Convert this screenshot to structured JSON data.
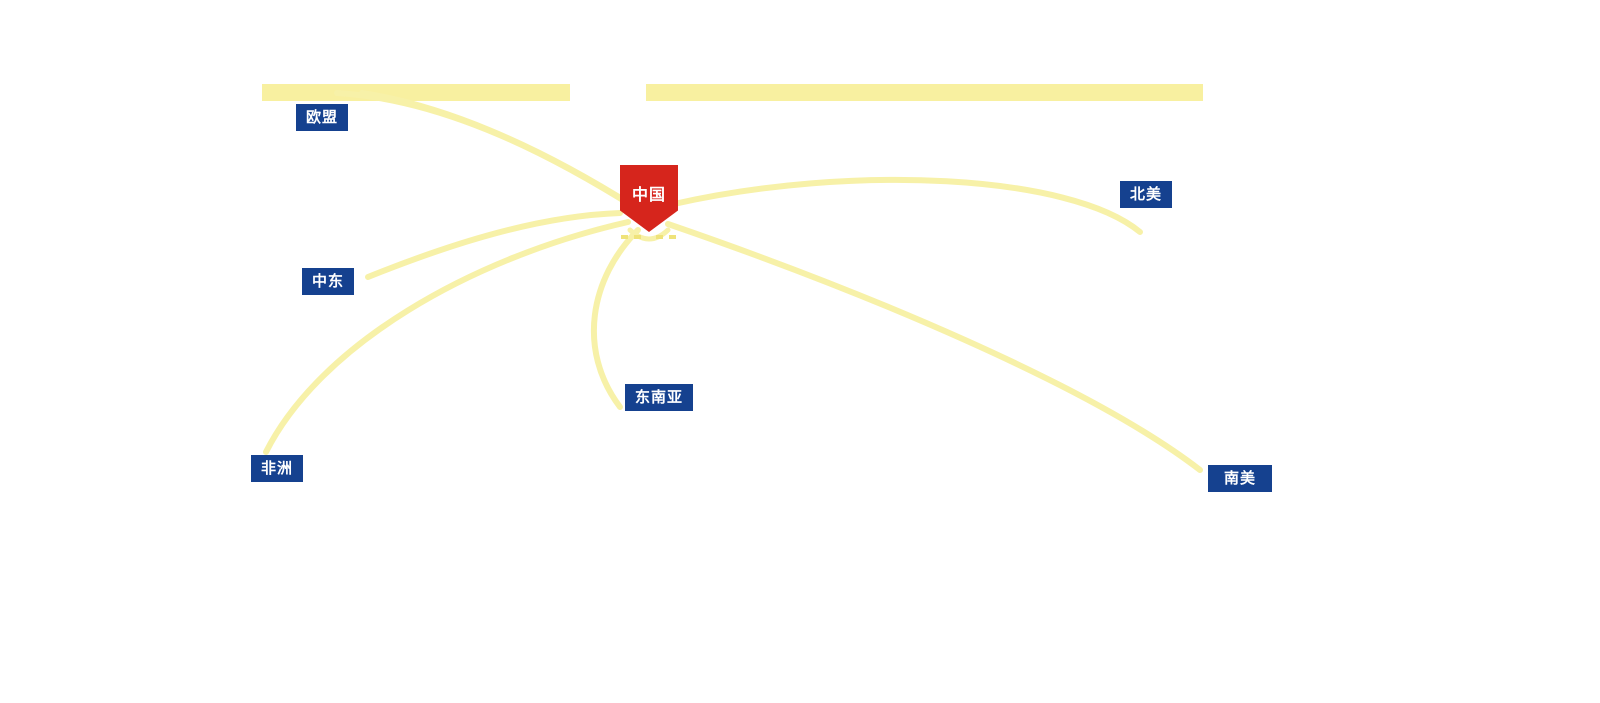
{
  "map": {
    "center": {
      "label": "中国"
    },
    "regions": [
      {
        "id": "eu",
        "label": "欧盟"
      },
      {
        "id": "north-america",
        "label": "北美"
      },
      {
        "id": "middle-east",
        "label": "中东"
      },
      {
        "id": "southeast-asia",
        "label": "东南亚"
      },
      {
        "id": "africa",
        "label": "非洲"
      },
      {
        "id": "south-america",
        "label": "南美"
      }
    ],
    "routes": [
      {
        "from": "中国",
        "to": "欧盟"
      },
      {
        "from": "中国",
        "to": "北美"
      },
      {
        "from": "中国",
        "to": "中东"
      },
      {
        "from": "中国",
        "to": "东南亚"
      },
      {
        "from": "中国",
        "to": "非洲"
      },
      {
        "from": "中国",
        "to": "南美"
      }
    ],
    "colors": {
      "route": "#F7F1A8",
      "top_bar": "#F8F0A0",
      "label_background": "#15418F",
      "label_text": "#FFFFFF",
      "china_background": "#D6251C",
      "china_text": "#FFFFFF"
    }
  }
}
